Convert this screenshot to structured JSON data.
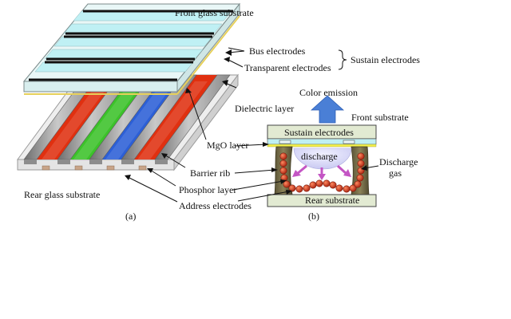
{
  "labels": {
    "front_glass_substrate": "Front glass substrate",
    "bus_electrodes": "Bus electrodes",
    "transparent_electrodes": "Transparent electrodes",
    "sustain_electrodes_group": "Sustain electrodes",
    "dielectric_layer": "Dielectric layer",
    "mgo_layer": "MgO layer",
    "barrier_rib": "Barrier rib",
    "phosphor_layer": "Phosphor layer",
    "address_electrodes": "Address electrodes",
    "rear_glass_substrate": "Rear glass substrate",
    "caption_a": "(a)"
  },
  "panel_b": {
    "color_emission": "Color emission",
    "front_substrate": "Front substrate",
    "sustain_electrodes": "Sustain electrodes",
    "discharge": "discharge",
    "discharge_gas": "Discharge",
    "discharge_gas_line2": "gas",
    "rear_substrate": "Rear substrate",
    "caption_b": "(b)"
  },
  "colors": {
    "glass": "#e9f7f7",
    "electrode_strip": "#bff0f4",
    "bus_line": "#111111",
    "rib": "#a8a8a8",
    "rib_dark": "#6d6d6d",
    "phosphor_red": "#e03010",
    "phosphor_green": "#3cc22a",
    "phosphor_blue": "#2c5fd6",
    "arrow_blue": "#4a7fd6",
    "discharge_arrow": "#c455c4",
    "sphere": "#c0301a",
    "dielectric": "#f4f04a",
    "substrate": "#e2ead2"
  }
}
